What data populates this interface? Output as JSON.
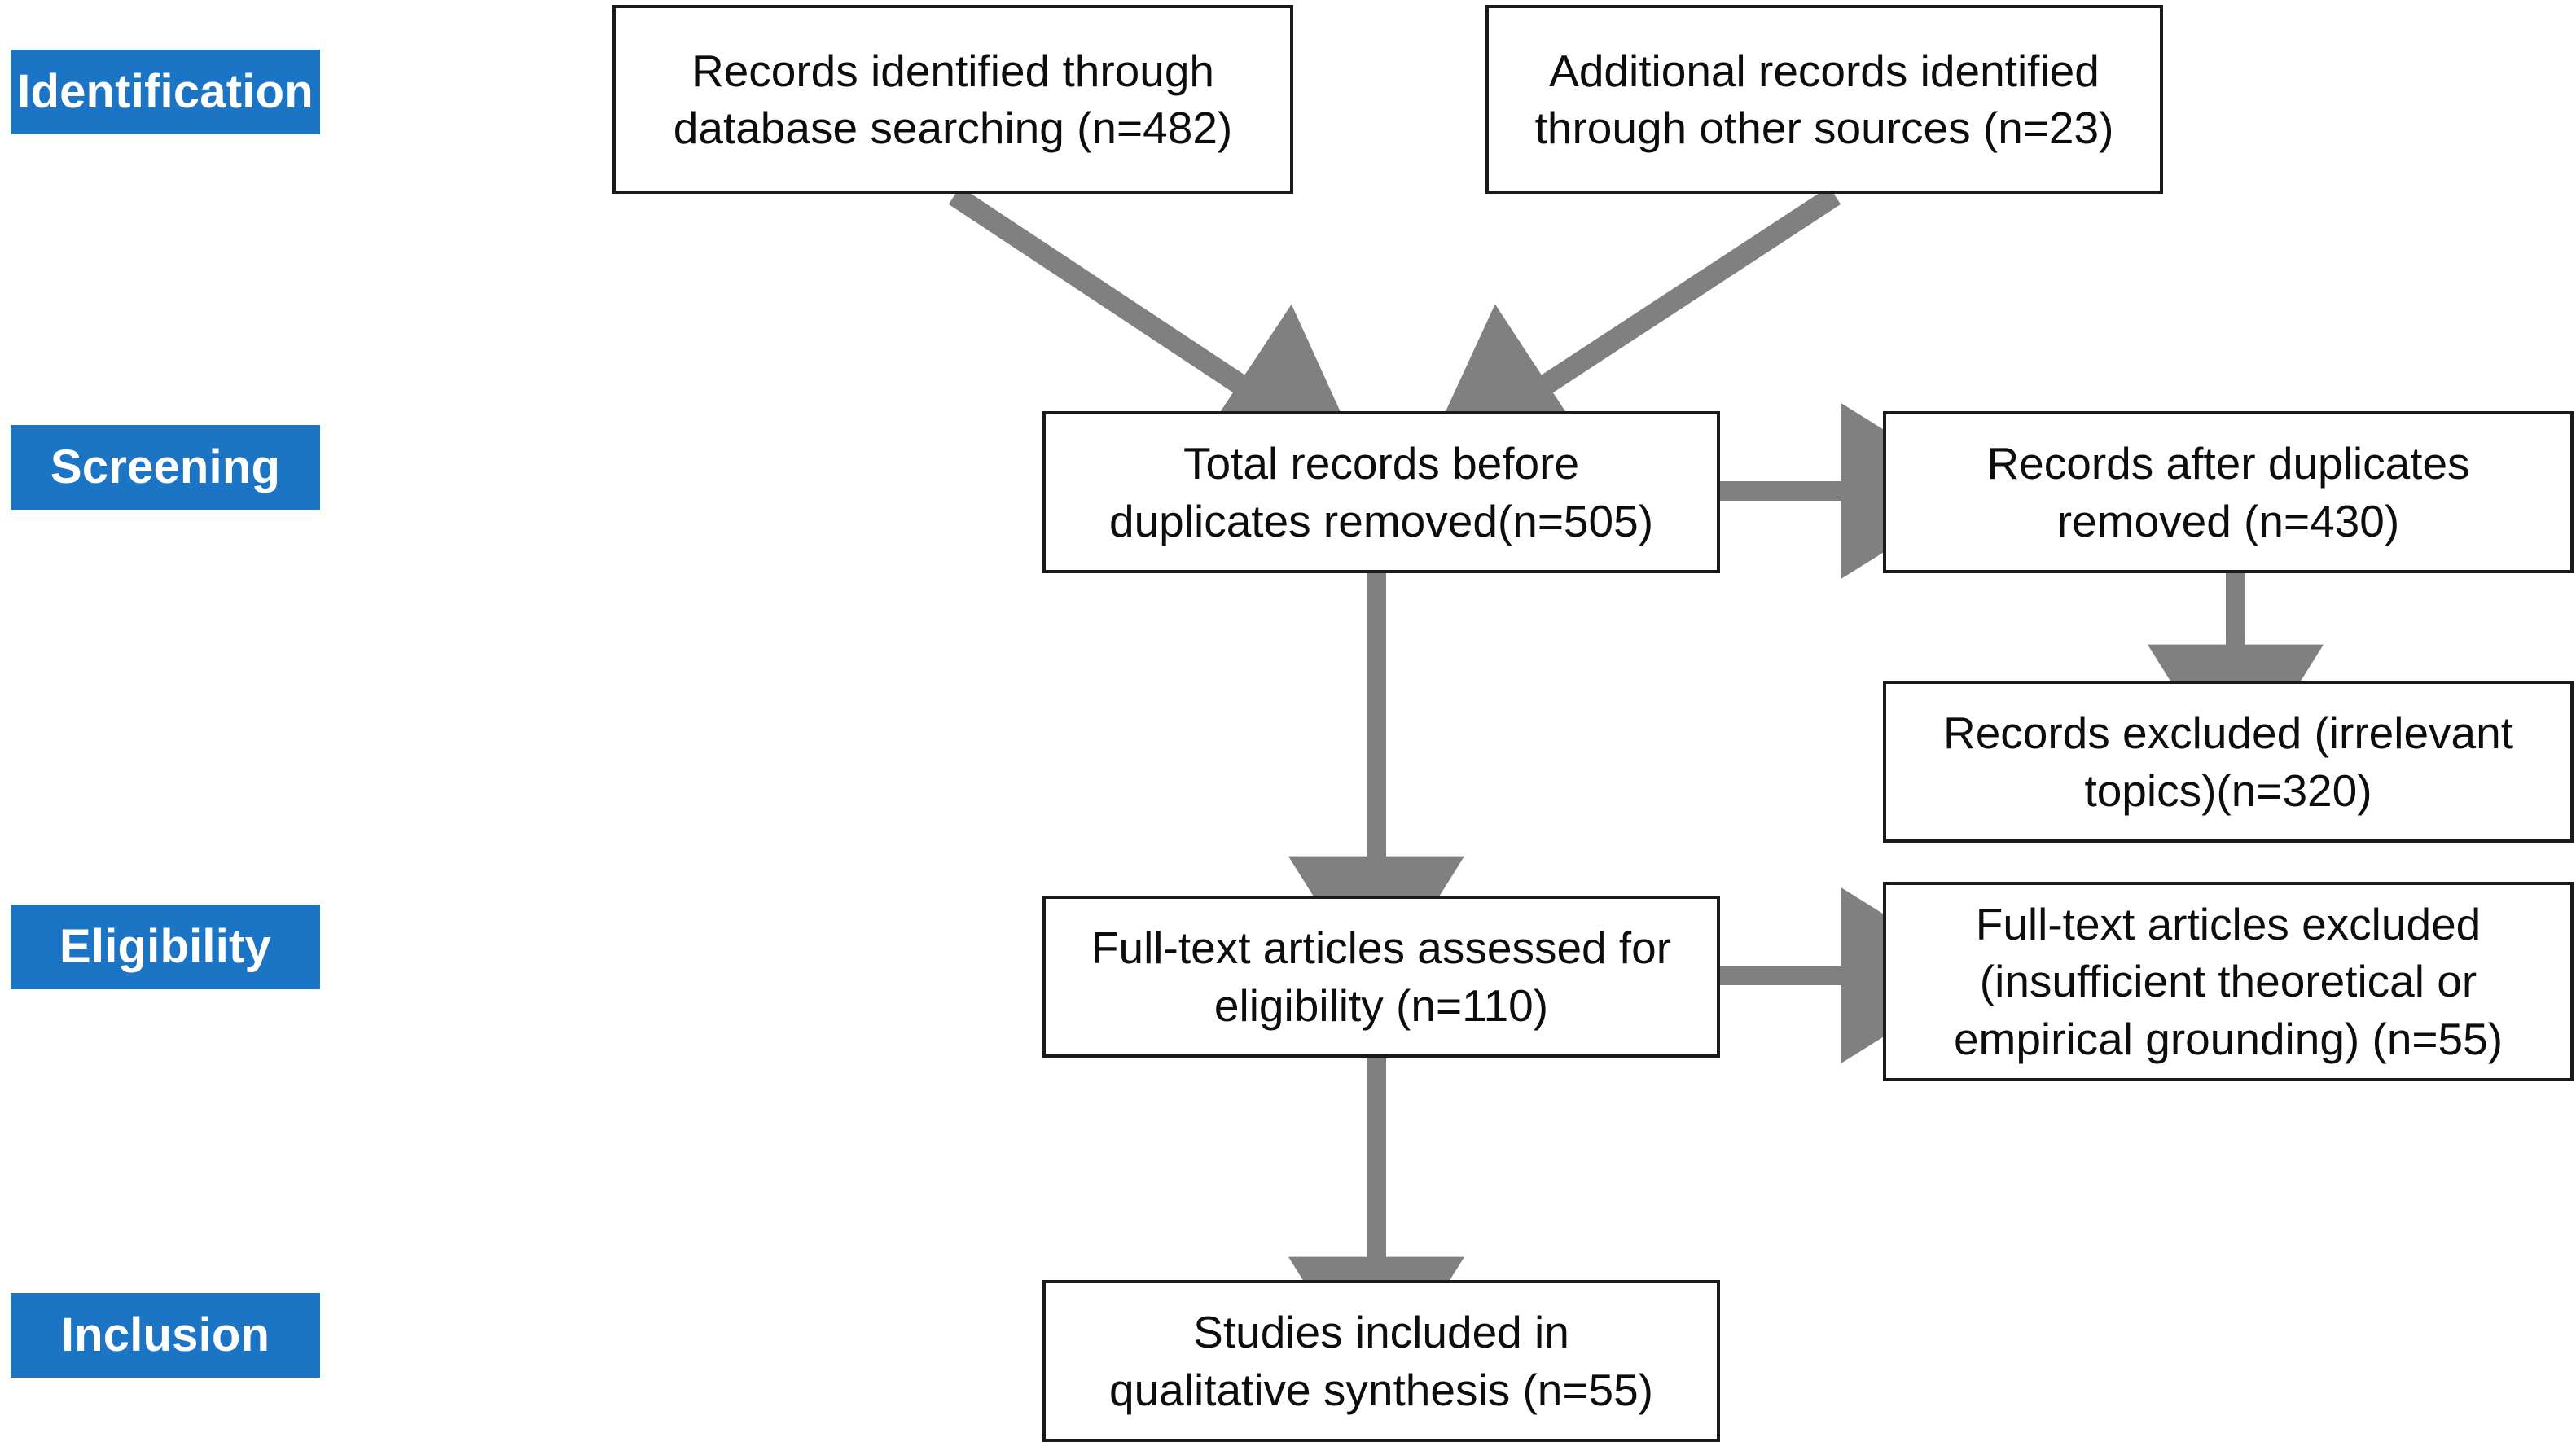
{
  "diagram": {
    "title": "PRISMA flow diagram",
    "accent_color": "#1C74C4",
    "box_border_color": "#1A1A1A",
    "arrow_color": "#808080",
    "background_color": "#FFFFFF"
  },
  "stages": [
    {
      "id": "identification",
      "label": "Identification"
    },
    {
      "id": "screening",
      "label": "Screening"
    },
    {
      "id": "eligibility",
      "label": "Eligibility"
    },
    {
      "id": "inclusion",
      "label": "Inclusion"
    }
  ],
  "boxes": {
    "records_database": {
      "text": "Records identified through\ndatabase searching (n=482)",
      "count": 482,
      "stage": "identification"
    },
    "records_other": {
      "text": "Additional records identified\nthrough other sources (n=23)",
      "count": 23,
      "stage": "identification"
    },
    "total_before_dupes": {
      "text": "Total records before\nduplicates removed(n=505)",
      "count": 505,
      "stage": "screening"
    },
    "records_after_dupes": {
      "text": "Records after duplicates\nremoved (n=430)",
      "count": 430,
      "stage": "screening"
    },
    "records_excluded": {
      "text": "Records excluded (irrelevant\ntopics)(n=320)",
      "count": 320,
      "stage": "screening"
    },
    "fulltext_assessed": {
      "text": "Full-text articles assessed for\neligibility (n=110)",
      "count": 110,
      "stage": "eligibility"
    },
    "fulltext_excluded": {
      "text": "Full-text articles excluded\n(insufficient theoretical or\nempirical grounding) (n=55)",
      "count": 55,
      "stage": "eligibility"
    },
    "studies_included": {
      "text": "Studies included in\nqualitative synthesis (n=55)",
      "count": 55,
      "stage": "inclusion"
    }
  },
  "arrows": [
    {
      "id": "db-to-total",
      "from": "records_database",
      "to": "total_before_dupes",
      "direction": "diagonal-down-right"
    },
    {
      "id": "other-to-total",
      "from": "records_other",
      "to": "total_before_dupes",
      "direction": "diagonal-down-left"
    },
    {
      "id": "total-to-after-dupes",
      "from": "total_before_dupes",
      "to": "records_after_dupes",
      "direction": "right"
    },
    {
      "id": "after-dupes-to-excluded",
      "from": "records_after_dupes",
      "to": "records_excluded",
      "direction": "down"
    },
    {
      "id": "total-to-fulltext",
      "from": "total_before_dupes",
      "to": "fulltext_assessed",
      "direction": "down"
    },
    {
      "id": "fulltext-to-excluded",
      "from": "fulltext_assessed",
      "to": "fulltext_excluded",
      "direction": "right"
    },
    {
      "id": "fulltext-to-included",
      "from": "fulltext_assessed",
      "to": "studies_included",
      "direction": "down"
    }
  ]
}
